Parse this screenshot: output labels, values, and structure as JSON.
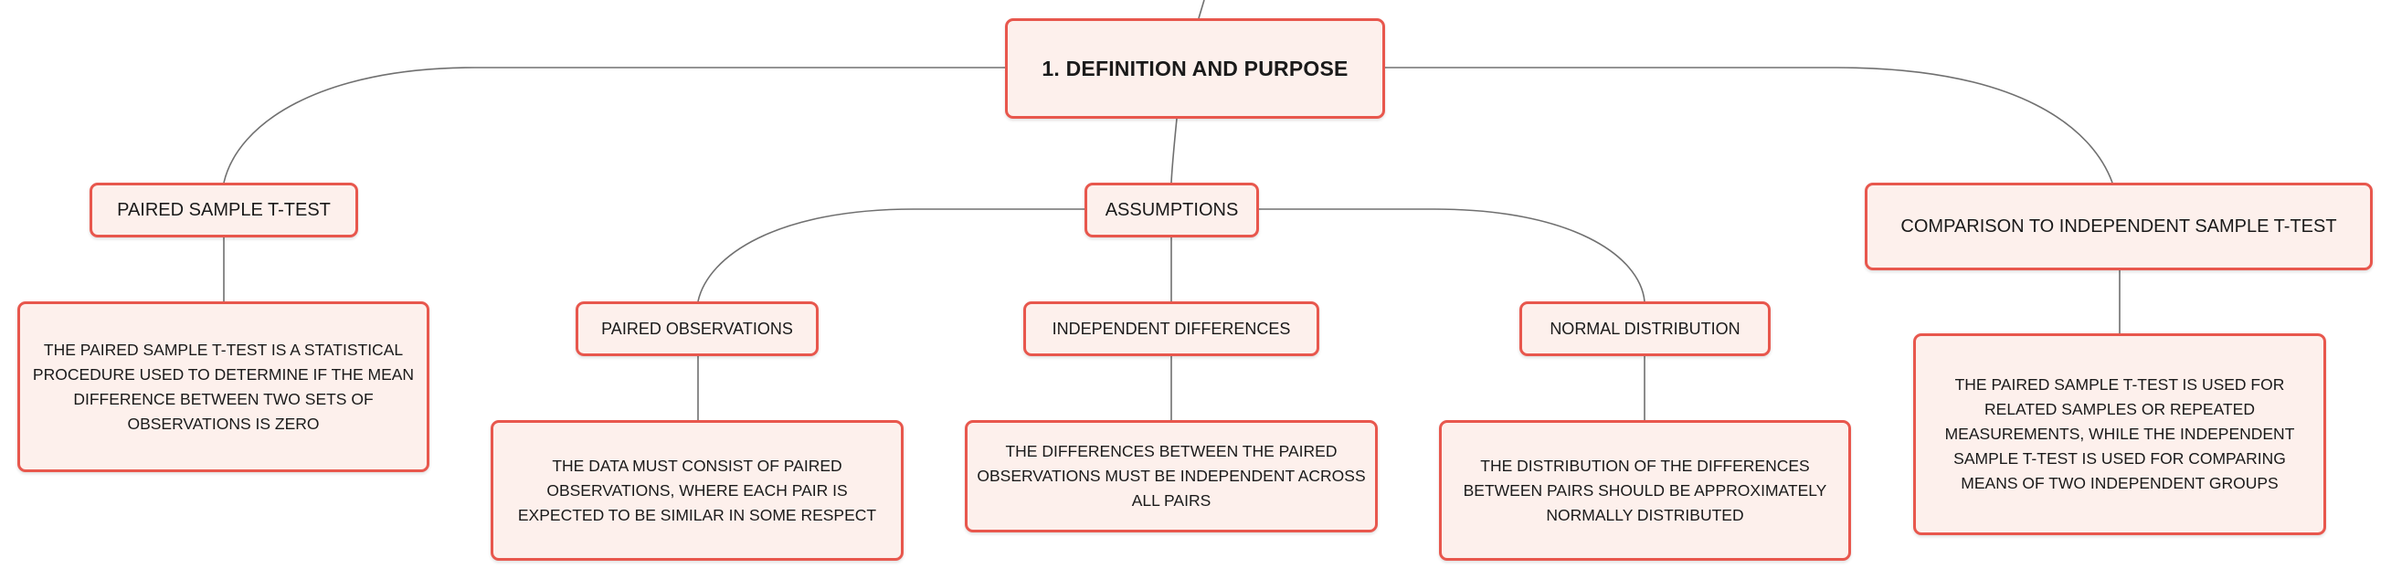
{
  "mindmap": {
    "root": {
      "label": "1. DEFINITION AND PURPOSE"
    },
    "paired_sample": {
      "label": "PAIRED SAMPLE T-TEST",
      "detail": "THE PAIRED SAMPLE T-TEST IS A STATISTICAL PROCEDURE USED TO DETERMINE IF THE MEAN DIFFERENCE BETWEEN TWO SETS OF OBSERVATIONS IS ZERO"
    },
    "assumptions": {
      "label": "ASSUMPTIONS",
      "paired_observations": {
        "label": "PAIRED OBSERVATIONS",
        "detail": "THE DATA MUST CONSIST OF PAIRED OBSERVATIONS, WHERE EACH PAIR IS EXPECTED TO BE SIMILAR IN SOME RESPECT"
      },
      "independent_differences": {
        "label": "INDEPENDENT DIFFERENCES",
        "detail": "THE DIFFERENCES BETWEEN THE PAIRED OBSERVATIONS MUST BE INDEPENDENT ACROSS ALL PAIRS"
      },
      "normal_distribution": {
        "label": "NORMAL DISTRIBUTION",
        "detail": "THE DISTRIBUTION OF THE DIFFERENCES BETWEEN PAIRS SHOULD BE APPROXIMATELY NORMALLY DISTRIBUTED"
      }
    },
    "comparison": {
      "label": "COMPARISON TO INDEPENDENT SAMPLE T-TEST",
      "detail": "THE PAIRED SAMPLE T-TEST IS USED FOR RELATED SAMPLES OR REPEATED MEASUREMENTS, WHILE THE INDEPENDENT SAMPLE T-TEST IS USED FOR COMPARING MEANS OF TWO INDEPENDENT GROUPS"
    }
  },
  "colors": {
    "node_border": "#e8574d",
    "node_fill": "#fdf0ec",
    "connector": "#707070",
    "text": "#1a1a1a"
  }
}
